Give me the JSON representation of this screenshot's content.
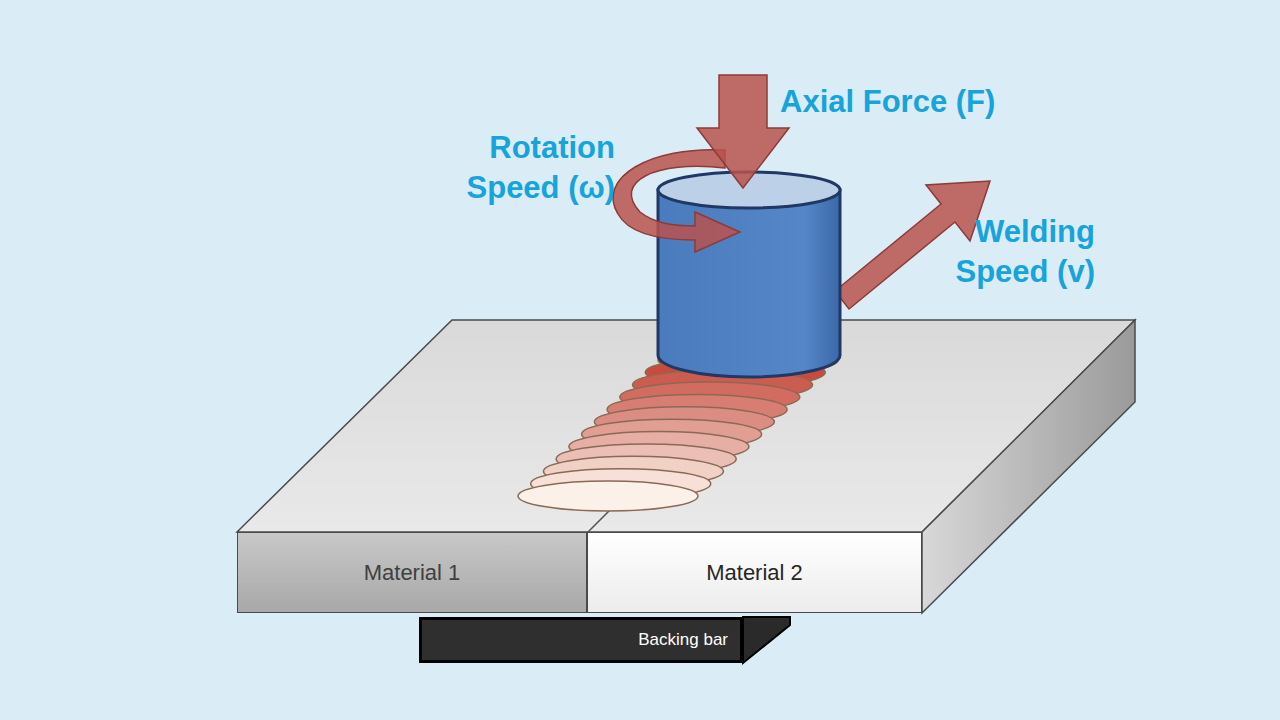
{
  "diagram": {
    "nodes": [
      {
        "text": [
          "Material 1"
        ]
      },
      {
        "text": [
          "Material 2"
        ]
      },
      {
        "text": [
          "Backing bar"
        ]
      }
    ],
    "labels": [
      "Axial Force (F)",
      "Rotation Speed (ω)",
      "Welding Speed (v)"
    ]
  }
}
